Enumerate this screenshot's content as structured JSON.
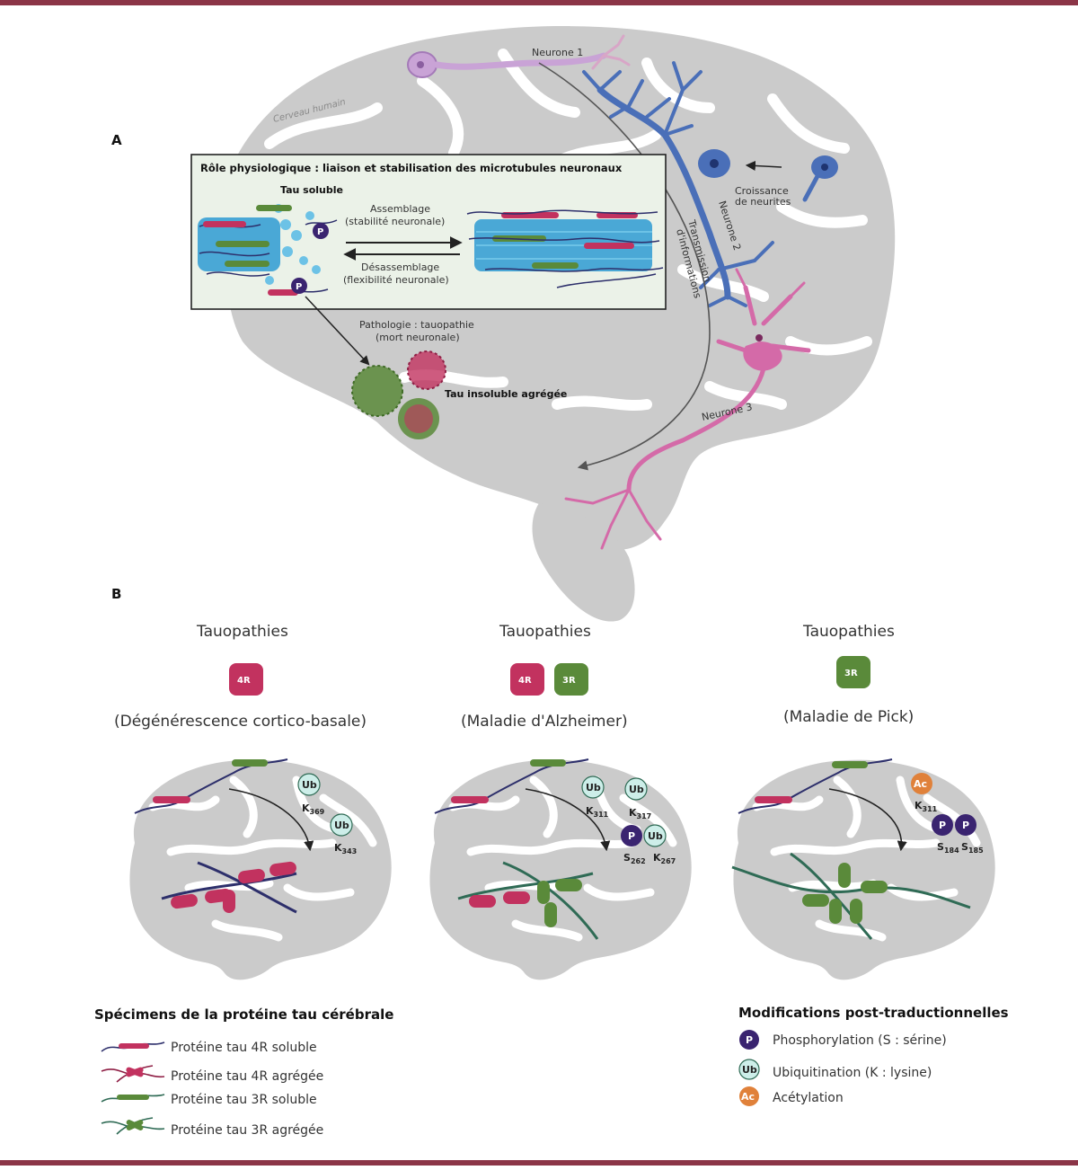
{
  "colors": {
    "frame": "#8b3547",
    "brain": "#cbcbcb",
    "sulcus": "#ffffff",
    "neuron_blue": "#4a6fb8",
    "neuron_pink": "#d46aa8",
    "neuron_violet": "#c9a3d6",
    "tau4r": "#c2325f",
    "tau3r": "#5a8a3a",
    "chain_dark": "#2d2f6b",
    "chain_teal": "#2f6b55",
    "phospho": "#3a2470",
    "ubiq": "#cdeee9",
    "acetyl": "#e0813a"
  },
  "panel_a": {
    "letter": "A",
    "brain_label": "Cerveau humain",
    "neuron1": "Neurone 1",
    "neuron2": "Neurone 2",
    "neuron3": "Neurone 3",
    "growth": "Croissance",
    "growth2": "de neurites",
    "transmission": "Transmission",
    "transmission2": "d'informations",
    "box_title": "Rôle physiologique : liaison et stabilisation des microtubules neuronaux",
    "tau_soluble": "Tau soluble",
    "assembly": "Assemblage",
    "assembly_sub": "(stabilité neuronale)",
    "disassembly": "Désassemblage",
    "disassembly_sub": "(flexibilité neuronale)",
    "pathology": "Pathologie : tauopathie",
    "pathology_sub": "(mort neuronale)",
    "insoluble": "Tau insoluble agrégée",
    "p_badge": "P"
  },
  "panel_b": {
    "letter": "B",
    "columns": [
      {
        "title": "Tauopathies",
        "badges": [
          "4R"
        ],
        "disease": "(Dégénérescence cortico-basale)",
        "mods": [
          {
            "symbol": "Ub",
            "type": "ubiq",
            "site": "K",
            "sub": "369"
          },
          {
            "symbol": "Ub",
            "type": "ubiq",
            "site": "K",
            "sub": "343"
          }
        ]
      },
      {
        "title": "Tauopathies",
        "badges": [
          "4R",
          "3R"
        ],
        "disease": "(Maladie d'Alzheimer)",
        "mods": [
          {
            "symbol": "Ub",
            "type": "ubiq",
            "site": "K",
            "sub": "311"
          },
          {
            "symbol": "Ub",
            "type": "ubiq",
            "site": "K",
            "sub": "317"
          },
          {
            "symbol": "P",
            "type": "phospho",
            "site": "S",
            "sub": "262"
          },
          {
            "symbol": "Ub",
            "type": "ubiq",
            "site": "K",
            "sub": "267"
          }
        ]
      },
      {
        "title": "Tauopathies",
        "badges": [
          "3R"
        ],
        "disease": "(Maladie de Pick)",
        "mods": [
          {
            "symbol": "Ac",
            "type": "acetyl",
            "site": "K",
            "sub": "311"
          },
          {
            "symbol": "P",
            "type": "phospho",
            "site": "S",
            "sub": "184"
          },
          {
            "symbol": "P",
            "type": "phospho",
            "site": "S",
            "sub": "185"
          }
        ]
      }
    ]
  },
  "legend_species": {
    "title": "Spécimens de la protéine tau cérébrale",
    "items": [
      "Protéine tau 4R soluble",
      "Protéine tau 4R agrégée",
      "Protéine tau 3R soluble",
      "Protéine tau 3R agrégée"
    ]
  },
  "legend_mods": {
    "title": "Modifications post-traductionnelles",
    "items": [
      {
        "symbol": "P",
        "label": "Phosphorylation (S : sérine)"
      },
      {
        "symbol": "Ub",
        "label": "Ubiquitination (K : lysine)"
      },
      {
        "symbol": "Ac",
        "label": "Acétylation"
      }
    ]
  }
}
